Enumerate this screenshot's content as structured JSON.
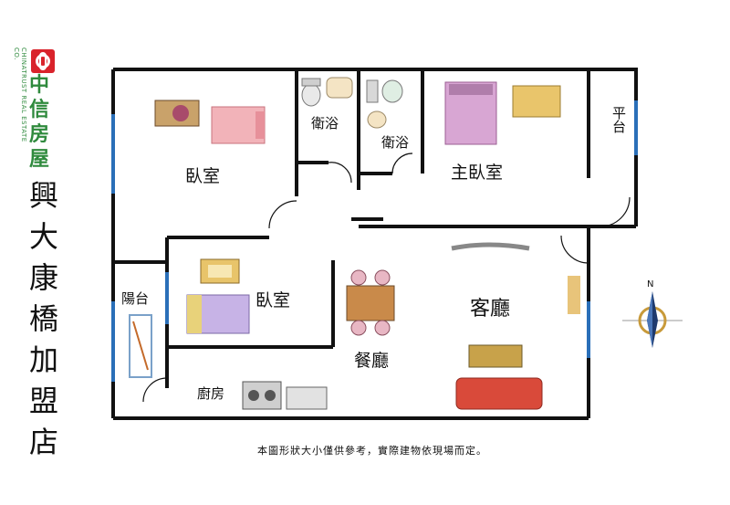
{
  "brand": {
    "name": "中信房屋",
    "side_text": "CHINATRUST REAL ESTATE CO."
  },
  "store_name": "興大康橋加盟店",
  "rooms": {
    "bedroom_top_left": "臥室",
    "bath_1": "衛浴",
    "bath_2": "衛浴",
    "master_bedroom": "主臥室",
    "terrace": "平台",
    "bedroom_mid": "臥室",
    "balcony": "陽台",
    "living_room": "客廳",
    "dining_room": "餐廳",
    "kitchen": "廚房"
  },
  "compass": {
    "north_label": "N"
  },
  "disclaimer": "本圖形狀大小僅供參考，實際建物依現場而定。",
  "colors": {
    "brand_green": "#2f8a3d",
    "brand_red": "#d9232b",
    "wall": "#111111",
    "window": "#2a6fb8"
  }
}
